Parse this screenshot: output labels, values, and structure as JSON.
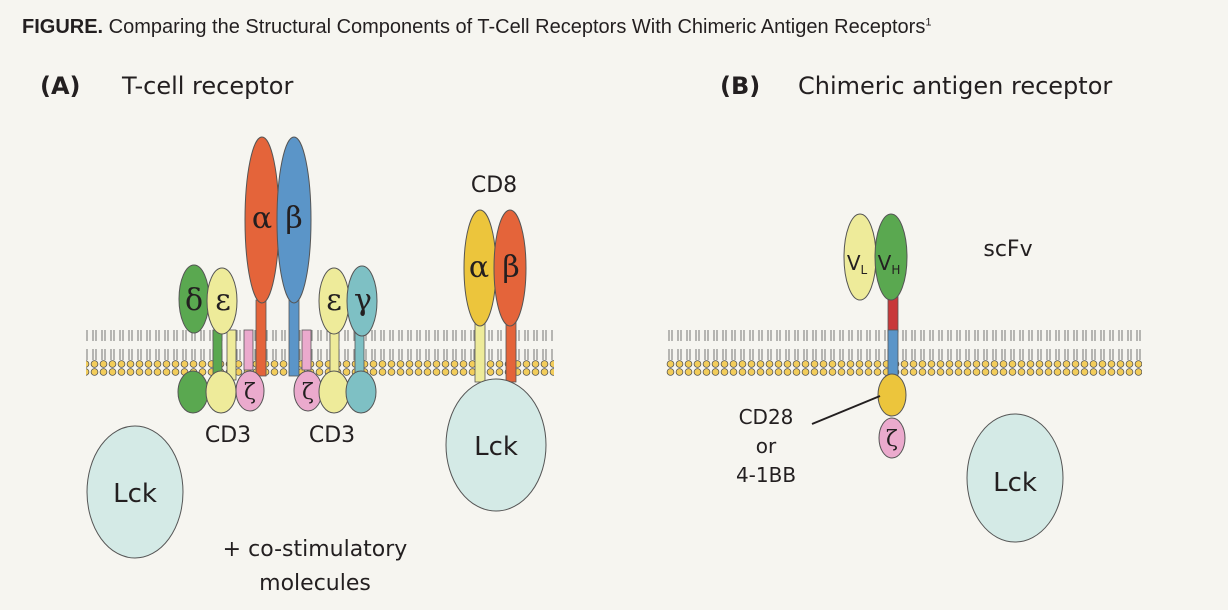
{
  "caption": {
    "lead": "FIGURE.",
    "text": " Comparing the Structural Components of T-Cell Receptors With Chimeric Antigen Receptors",
    "sup": "1"
  },
  "panel_a": {
    "letter": "(A)",
    "title": "T-cell receptor",
    "alpha": "α",
    "beta": "β",
    "delta": "δ",
    "epsilon": "ε",
    "gamma": "γ",
    "zeta": "ζ",
    "cd3_left": "CD3",
    "cd3_right": "CD3",
    "cd8": "CD8",
    "lck_left": "Lck",
    "lck_right": "Lck",
    "costim_line1": "+ co-stimulatory",
    "costim_line2": "molecules"
  },
  "panel_b": {
    "letter": "(B)",
    "title": "Chimeric antigen receptor",
    "vl_main": "V",
    "vl_sub": "L",
    "vh_main": "V",
    "vh_sub": "H",
    "scfv": "scFv",
    "zeta": "ζ",
    "cd28_line1": "CD28",
    "cd28_line2": "or",
    "cd28_line3": "4-1BB",
    "lck": "Lck"
  },
  "colors": {
    "background": "#f6f5f0",
    "orange": "#e4643a",
    "blue": "#5b95c8",
    "green": "#5aa850",
    "pale_yellow": "#eeeb9a",
    "yellow": "#ecc53c",
    "pink": "#ebaacd",
    "teal": "#7ec0c4",
    "lck": "#d4eae6",
    "red": "#c8383a",
    "membrane_head": "#f3cd5a"
  }
}
